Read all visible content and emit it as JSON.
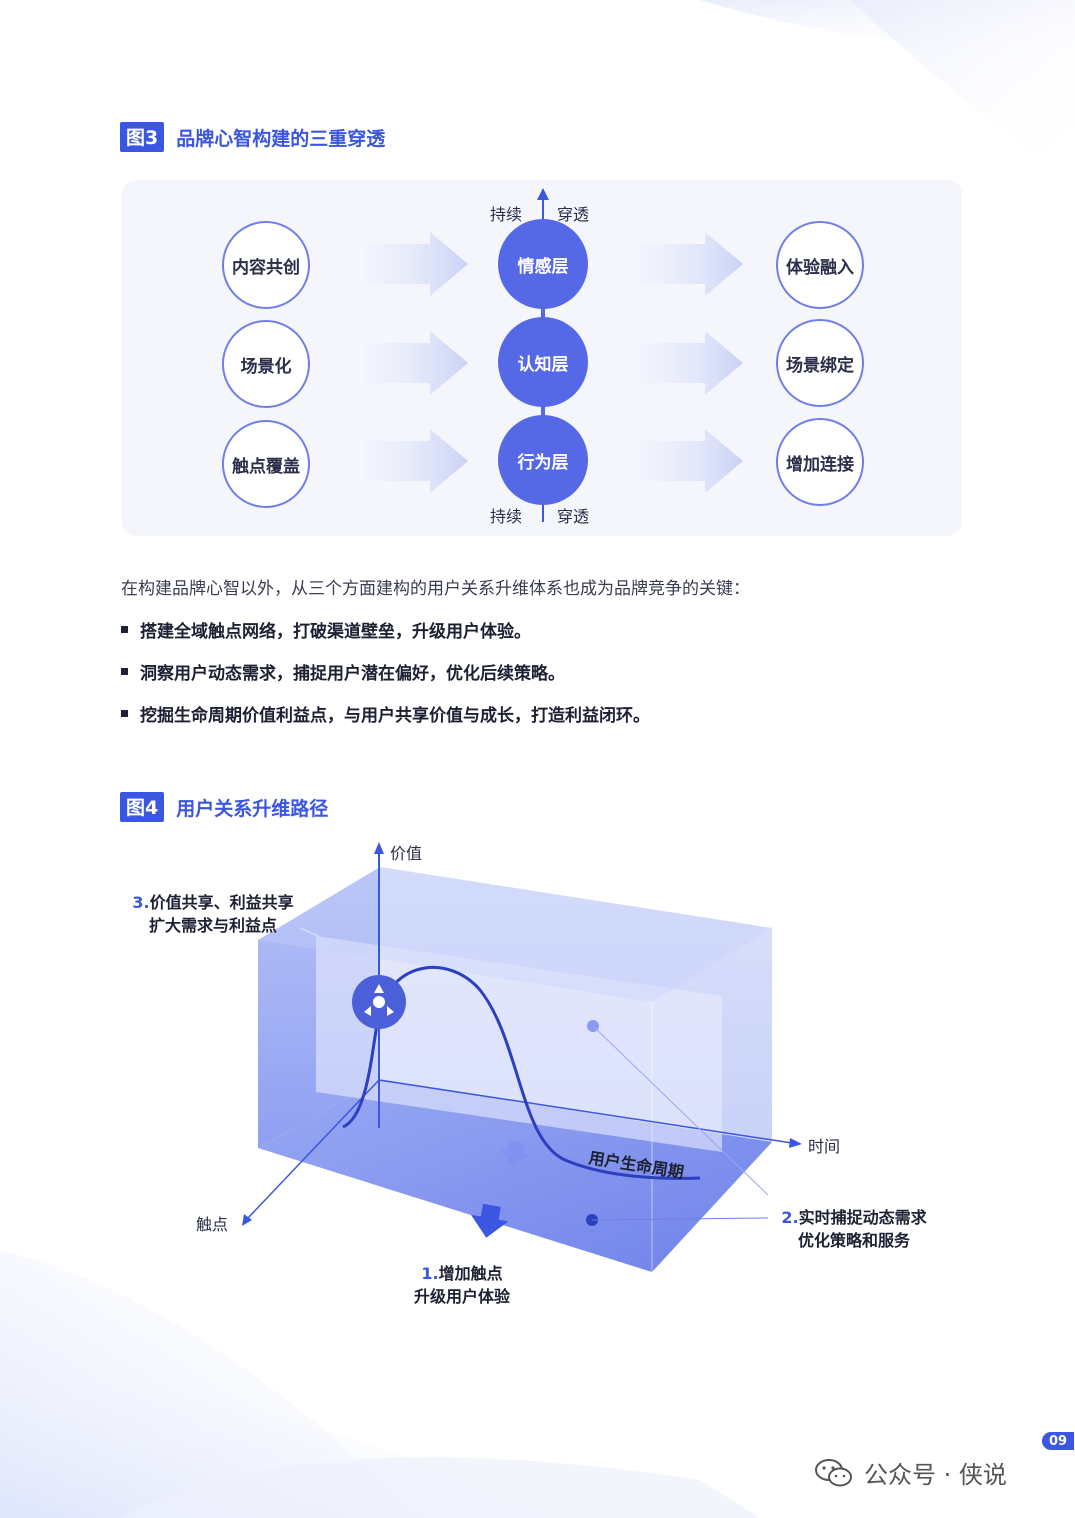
{
  "figure3": {
    "tag": "图3",
    "title": "品牌心智构建的三重穿透",
    "left_items": [
      "内容共创",
      "场景化",
      "触点覆盖"
    ],
    "center_items": [
      "情感层",
      "认知层",
      "行为层"
    ],
    "right_items": [
      "体验融入",
      "场景绑定",
      "增加连接"
    ],
    "top_left": "持续",
    "top_right": "穿透",
    "bottom_left": "持续",
    "bottom_right": "穿透"
  },
  "intro": "在构建品牌心智以外，从三个方面建构的用户关系升维体系也成为品牌竞争的关键：",
  "bullets": [
    "搭建全域触点网络，打破渠道壁垒，升级用户体验。",
    "洞察用户动态需求，捕捉用户潜在偏好，优化后续策略。",
    "挖掘生命周期价值利益点，与用户共享价值与成长，打造利益闭环。"
  ],
  "figure4": {
    "tag": "图4",
    "title": "用户关系升维路径",
    "axis_value": "价值",
    "axis_time": "时间",
    "axis_touch": "触点",
    "curve_label": "用户生命周期",
    "label3_num": "3.",
    "label3_line1": "价值共享、利益共享",
    "label3_line2": "扩大需求与利益点",
    "label2_num": "2.",
    "label2_line1": "实时捕捉动态需求",
    "label2_line2": "优化策略和服务",
    "label1_num": "1.",
    "label1_line1": "增加触点",
    "label1_line2": "升级用户体验"
  },
  "page_number": "09",
  "watermark": "公众号 · 侠说",
  "colors": {
    "accent": "#3b56e0",
    "circle_fill": "#5568e6",
    "panel": "#f4f6fc"
  }
}
